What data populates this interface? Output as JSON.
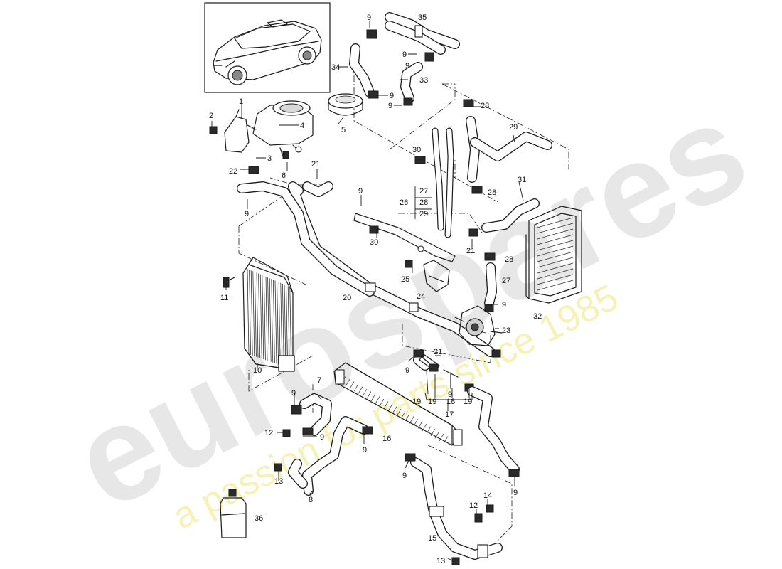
{
  "watermark": {
    "brand": "eurospares",
    "tagline": "a passion for parts since 1985"
  },
  "callouts": [
    {
      "id": "c1",
      "text": "1"
    },
    {
      "id": "c2",
      "text": "2"
    },
    {
      "id": "c3",
      "text": "3"
    },
    {
      "id": "c4",
      "text": "4"
    },
    {
      "id": "c5",
      "text": "5"
    },
    {
      "id": "c6",
      "text": "6"
    },
    {
      "id": "c7",
      "text": "7"
    },
    {
      "id": "c8",
      "text": "8"
    },
    {
      "id": "c9a",
      "text": "9"
    },
    {
      "id": "c9b",
      "text": "9"
    },
    {
      "id": "c9c",
      "text": "9"
    },
    {
      "id": "c9d",
      "text": "9"
    },
    {
      "id": "c9e",
      "text": "9"
    },
    {
      "id": "c9f",
      "text": "9"
    },
    {
      "id": "c9g",
      "text": "9"
    },
    {
      "id": "c9h",
      "text": "9"
    },
    {
      "id": "c9i",
      "text": "9"
    },
    {
      "id": "c9j",
      "text": "9"
    },
    {
      "id": "c9k",
      "text": "9"
    },
    {
      "id": "c9l",
      "text": "9"
    },
    {
      "id": "c9m",
      "text": "9"
    },
    {
      "id": "c9n",
      "text": "9"
    },
    {
      "id": "c9o",
      "text": "9"
    },
    {
      "id": "c10",
      "text": "10"
    },
    {
      "id": "c11",
      "text": "11"
    },
    {
      "id": "c12a",
      "text": "12"
    },
    {
      "id": "c12b",
      "text": "12"
    },
    {
      "id": "c13a",
      "text": "13"
    },
    {
      "id": "c13b",
      "text": "13"
    },
    {
      "id": "c14",
      "text": "14"
    },
    {
      "id": "c15",
      "text": "15"
    },
    {
      "id": "c16",
      "text": "16"
    },
    {
      "id": "c17",
      "text": "17"
    },
    {
      "id": "c18",
      "text": "18"
    },
    {
      "id": "c19a",
      "text": "19"
    },
    {
      "id": "c19b",
      "text": "19"
    },
    {
      "id": "c19c",
      "text": "19"
    },
    {
      "id": "c20",
      "text": "20"
    },
    {
      "id": "c21a",
      "text": "21"
    },
    {
      "id": "c21b",
      "text": "21"
    },
    {
      "id": "c21c",
      "text": "21"
    },
    {
      "id": "c22",
      "text": "22"
    },
    {
      "id": "c23",
      "text": "23"
    },
    {
      "id": "c24",
      "text": "24"
    },
    {
      "id": "c25",
      "text": "25"
    },
    {
      "id": "c26",
      "text": "26"
    },
    {
      "id": "c27a",
      "text": "27"
    },
    {
      "id": "c27b",
      "text": "27"
    },
    {
      "id": "c28a",
      "text": "28"
    },
    {
      "id": "c28b",
      "text": "28"
    },
    {
      "id": "c28c",
      "text": "28"
    },
    {
      "id": "c28d",
      "text": "28"
    },
    {
      "id": "c29a",
      "text": "29"
    },
    {
      "id": "c29b",
      "text": "29"
    },
    {
      "id": "c30a",
      "text": "30"
    },
    {
      "id": "c30b",
      "text": "30"
    },
    {
      "id": "c31",
      "text": "31"
    },
    {
      "id": "c32",
      "text": "32"
    },
    {
      "id": "c33",
      "text": "33"
    },
    {
      "id": "c34",
      "text": "34"
    },
    {
      "id": "c35",
      "text": "35"
    },
    {
      "id": "c36",
      "text": "36"
    }
  ]
}
